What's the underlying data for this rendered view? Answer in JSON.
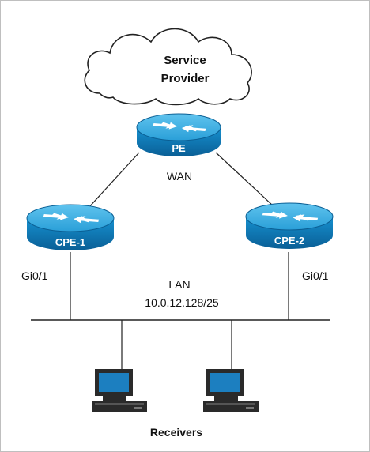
{
  "cloud": {
    "line1": "Service",
    "line2": "Provider"
  },
  "routers": {
    "pe": "PE",
    "cpe1": "CPE-1",
    "cpe2": "CPE-2"
  },
  "wan_label": "WAN",
  "interfaces": {
    "left": "Gi0/1",
    "right": "Gi0/1"
  },
  "lan": {
    "label": "LAN",
    "subnet": "10.0.12.128/25"
  },
  "receivers_label": "Receivers",
  "colors": {
    "router_top": "#2aa7dd",
    "router_side": "#0f79b8",
    "router_shadow": "#0b5f94",
    "line": "#222222",
    "monitor_blue": "#1c7fc0"
  }
}
